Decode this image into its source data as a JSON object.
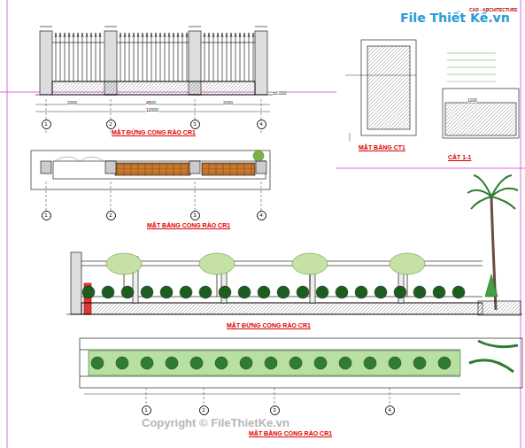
{
  "diagram": {
    "nodes": [
      {
        "text": [
          "1"
        ]
      },
      {
        "text": [
          "2"
        ]
      },
      {
        "text": [
          "3"
        ]
      },
      {
        "text": [
          "4"
        ]
      },
      {
        "text": [
          "1"
        ]
      },
      {
        "text": [
          "2"
        ]
      },
      {
        "text": [
          "3"
        ]
      },
      {
        "text": [
          "4"
        ]
      },
      {
        "text": [
          "1"
        ]
      },
      {
        "text": [
          "2"
        ]
      },
      {
        "text": [
          "3"
        ]
      },
      {
        "text": [
          "4"
        ]
      }
    ],
    "labels": [
      "MẶT ĐỨNG CỔNG RÀO CR1",
      "MẶT BẰNG CỔNG RÀO CR1",
      "MẶT BẰNG CT1",
      "CẮT 1-1",
      "MẶT ĐỨNG CỔNG RÀO CR1",
      "MẶT BẰNG CỔNG RÀO CR1",
      "File Thiết Kế.vn",
      "CAD - ARCHITECTURE",
      "Copyright © FileThietKe.vn",
      "2000",
      "4500",
      "2000",
      "12000",
      "±0.000",
      "1100"
    ]
  }
}
